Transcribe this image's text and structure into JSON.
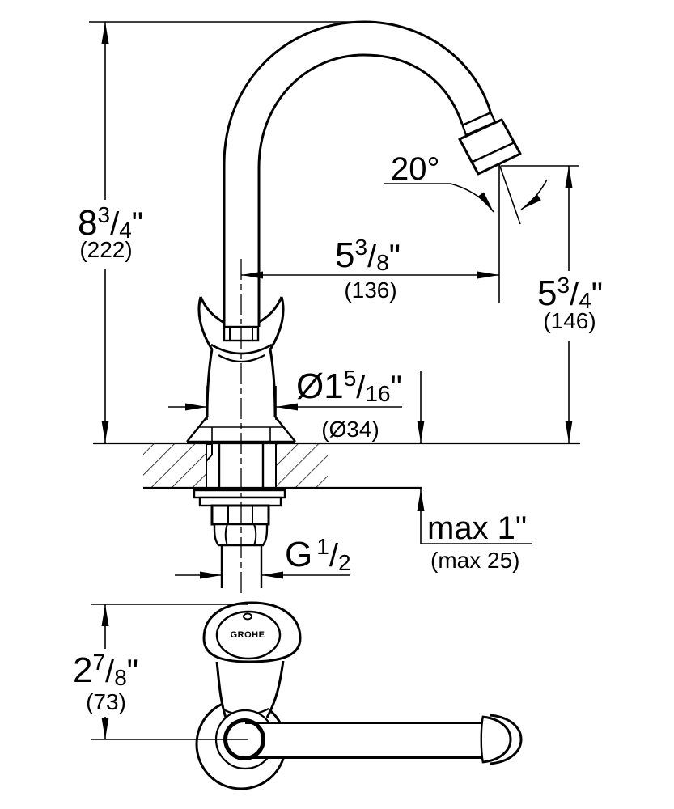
{
  "page": {
    "background": "#ffffff",
    "line_color": "#000000"
  },
  "glyphs": {
    "slash": "/"
  },
  "side_view": {
    "total_height": {
      "whole": "8",
      "num": "3",
      "den": "4",
      "unit": "\"",
      "metric": "(222)"
    },
    "spout_angle": {
      "text": "20°"
    },
    "spout_reach": {
      "whole": "5",
      "num": "3",
      "den": "8",
      "unit": "\"",
      "metric": "(136)"
    },
    "outlet_height": {
      "whole": "5",
      "num": "3",
      "den": "4",
      "unit": "\"",
      "metric": "(146)"
    },
    "body_diameter": {
      "whole": "Ø1",
      "num": "5",
      "den": "16",
      "unit": "\"",
      "metric": "(Ø34)"
    },
    "deck_thickness": {
      "text": "max 1\"",
      "metric": "(max 25)"
    },
    "thread": {
      "prefix": "G",
      "num": "1",
      "den": "2"
    }
  },
  "bottom_view": {
    "handle_height": {
      "whole": "2",
      "num": "7",
      "den": "8",
      "unit": "\"",
      "metric": "(73)"
    },
    "logo": "GROHE"
  }
}
